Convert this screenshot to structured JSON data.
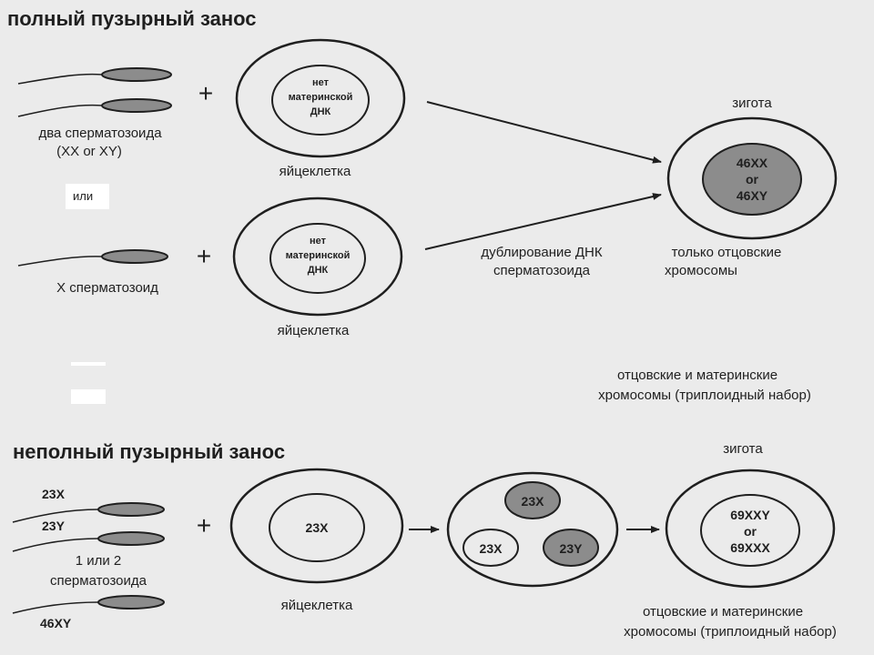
{
  "top": {
    "title": "полный пузырный занос",
    "sperm_pair_label_1": "два сперматозоида",
    "sperm_pair_label_2": "(XX or XY)",
    "plus": "+",
    "ovum_text_1": "нет",
    "ovum_text_2": "материнской",
    "ovum_text_3": "ДНК",
    "ovum_label": "яйцеклетка",
    "or_label": "или",
    "single_sperm_label": "X сперматозоид",
    "dup_label_1": "дублирование ДНК",
    "dup_label_2": "сперматозоида",
    "zygote_label": "зигота",
    "zygote_n1": "46XX",
    "zygote_n2": "or",
    "zygote_n3": "46XY",
    "paternal_1": "только отцовские",
    "paternal_2": "хромосомы",
    "triploid_1": "отцовские и материнские",
    "triploid_2": "хромосомы (триплоидный набор)"
  },
  "bottom": {
    "title": "неполный пузырный занос",
    "sperm_23x": "23X",
    "sperm_23y": "23Y",
    "sperm_count_1": "1 или 2",
    "sperm_count_2": "сперматозоида",
    "sperm_46xy": "46XY",
    "plus": "+",
    "ovum_nucleus": "23X",
    "ovum_label": "яйцеклетка",
    "mid_top": "23X",
    "mid_left": "23X",
    "mid_right": "23Y",
    "zygote_label": "зигота",
    "zygote_n1": "69XXY",
    "zygote_n2": "or",
    "zygote_n3": "69XXX",
    "triploid_1": "отцовские и материнские",
    "triploid_2": "хромосомы (триплоидный набор)"
  }
}
